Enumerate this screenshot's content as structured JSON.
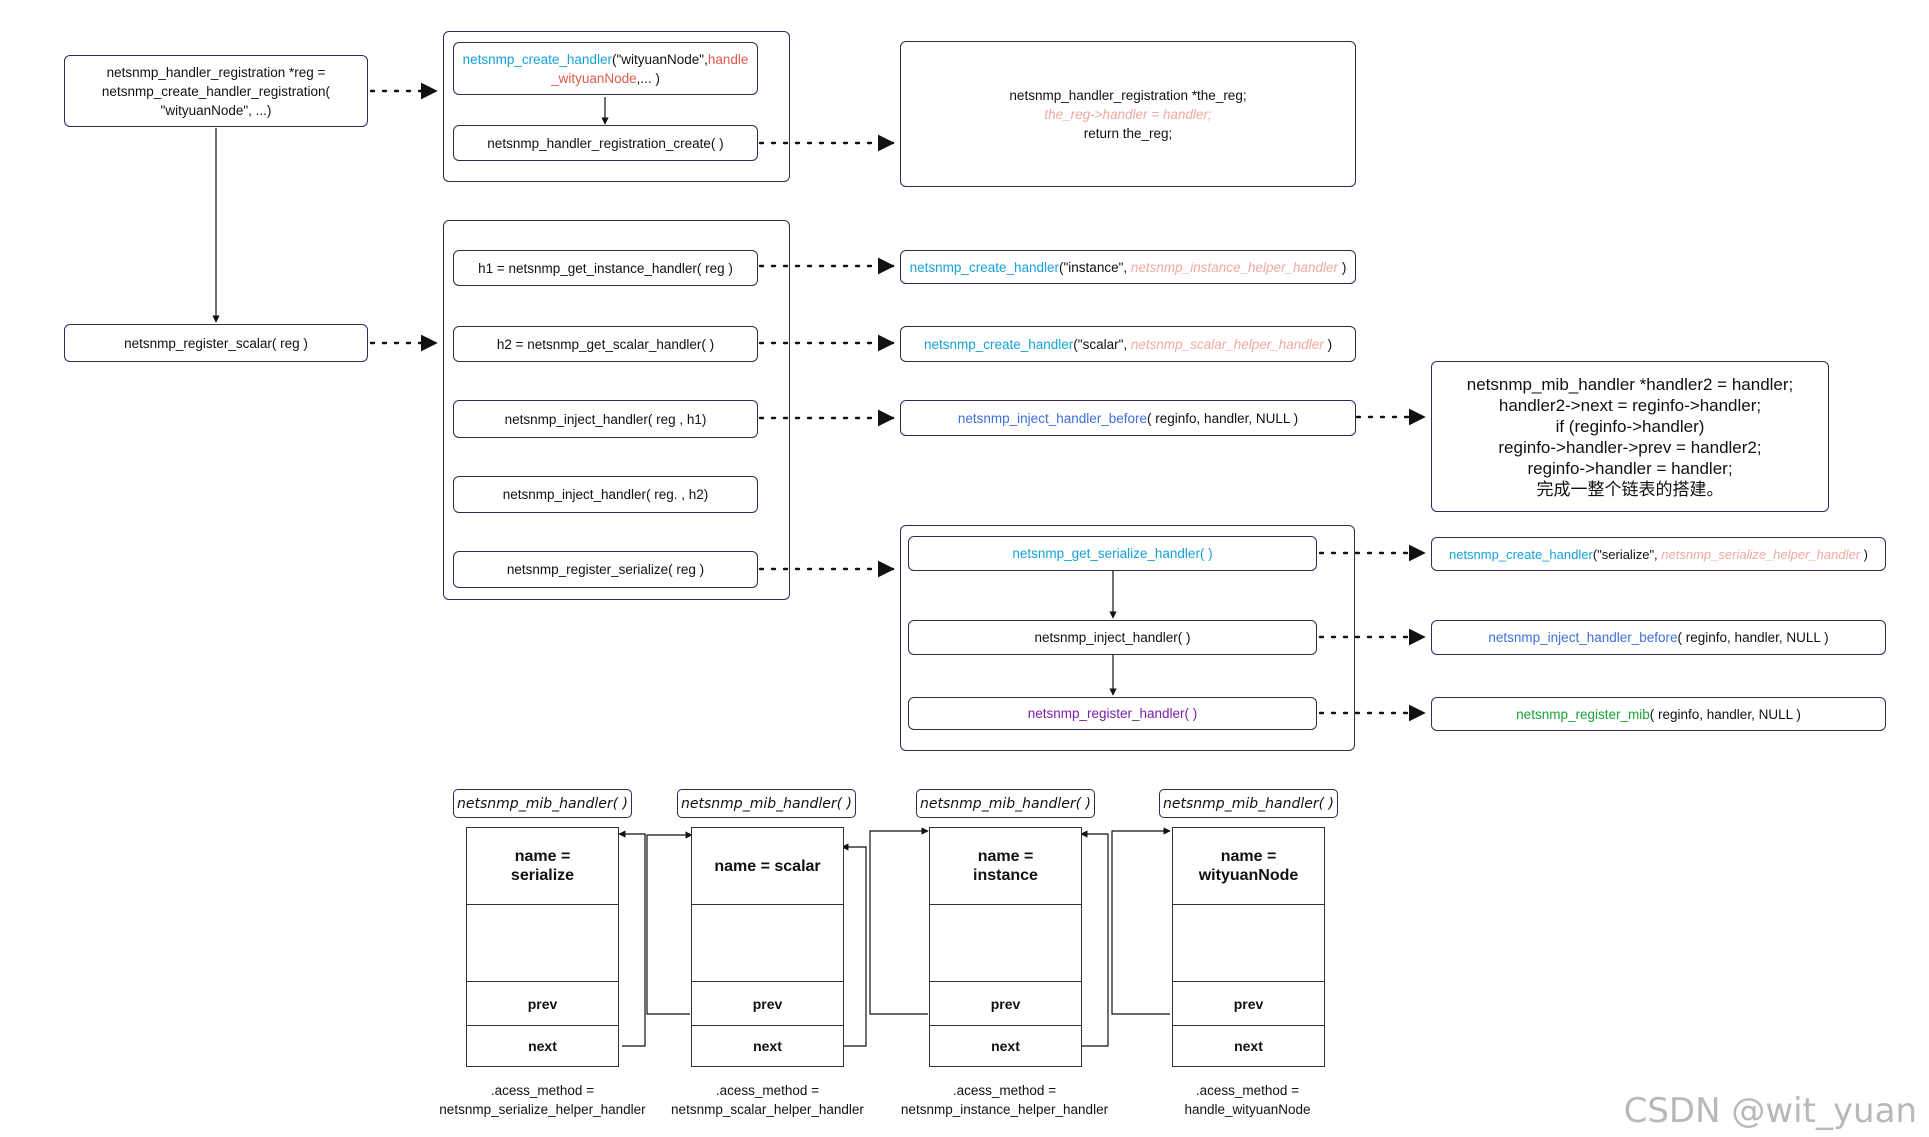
{
  "reg_box": {
    "line1": "netsnmp_handler_registration *reg =",
    "line2": "netsnmp_create_handler_registration(",
    "line3": "\"wityuanNode\", ...)"
  },
  "create_group": {
    "create_handler_fn": "netsnmp_create_handler",
    "create_handler_args1": "(\"wityuanNode\",",
    "create_handler_arg_red1": "handle",
    "create_handler_arg_red2": "_wityuanNode",
    "create_handler_args2": ",... )",
    "registration_create": "netsnmp_handler_registration_create( )"
  },
  "the_reg_box": {
    "line1": "netsnmp_handler_registration *the_reg;",
    "line2": "the_reg->handler = handler;",
    "line3": "return the_reg;"
  },
  "register_scalar": "netsnmp_register_scalar( reg )",
  "steps": {
    "h1": "h1 = netsnmp_get_instance_handler( reg )",
    "h2": "h2 = netsnmp_get_scalar_handler( )",
    "inject1": "netsnmp_inject_handler( reg , h1)",
    "inject2": "netsnmp_inject_handler( reg. , h2)",
    "serialize": "netsnmp_register_serialize( reg )"
  },
  "instance_box": {
    "fn": "netsnmp_create_handler",
    "args": "(\"instance\",",
    "ghost": "netsnmp_instance_helper_handler",
    "close": ")"
  },
  "scalar_box": {
    "fn": "netsnmp_create_handler",
    "args": "(\"scalar\",",
    "ghost": "netsnmp_scalar_helper_handler",
    "close": ")"
  },
  "inject_before_box": {
    "fn": "netsnmp_inject_handler_before",
    "args": "( reginfo, handler, NULL )"
  },
  "code_box": {
    "line1": "netsnmp_mib_handler *handler2 = handler;",
    "line2": "handler2->next = reginfo->handler;",
    "line3": "if (reginfo->handler)",
    "line4": "reginfo->handler->prev = handler2;",
    "line5": "reginfo->handler = handler;",
    "line6": "完成一整个链表的搭建。"
  },
  "serialize_group": {
    "get_serialize": "netsnmp_get_serialize_handler(  )",
    "inject": "netsnmp_inject_handler(  )",
    "register_handler": "netsnmp_register_handler(  )"
  },
  "right_boxes": {
    "serialize_fn": "netsnmp_create_handler",
    "serialize_args": "(\"serialize\",",
    "serialize_ghost": "netsnmp_serialize_helper_handler",
    "serialize_close": ")",
    "inject_fn": "netsnmp_inject_handler_before",
    "inject_args": "( reginfo, handler, NULL )",
    "mib_fn": "netsnmp_register_mib",
    "mib_args": "( reginfo, handler, NULL )"
  },
  "nodes": [
    {
      "tag": "netsnmp_mib_handler( )",
      "name1": "name =",
      "name2": "serialize",
      "prev": "prev",
      "next": "next",
      "access1": ".acess_method =",
      "access2": "netsnmp_serialize_helper_handler"
    },
    {
      "tag": "netsnmp_mib_handler( )",
      "name1": "name = scalar",
      "name2": "",
      "prev": "prev",
      "next": "next",
      "access1": ".acess_method =",
      "access2": "netsnmp_scalar_helper_handler"
    },
    {
      "tag": "netsnmp_mib_handler( )",
      "name1": "name =",
      "name2": "instance",
      "prev": "prev",
      "next": "next",
      "access1": ".acess_method =",
      "access2": "netsnmp_instance_helper_handler"
    },
    {
      "tag": "netsnmp_mib_handler( )",
      "name1": "name =",
      "name2": "wityuanNode",
      "prev": "prev",
      "next": "next",
      "access1": ".acess_method =",
      "access2": "handle_wityuanNode"
    }
  ],
  "watermark": "CSDN @wit_yuan",
  "colors": {
    "border": "#2d2b5a",
    "cyan": "#16a1d6",
    "blue": "#3e6fd8",
    "purple": "#7a1fa8",
    "green": "#1aa035",
    "red": "#e05a4a",
    "ghost": "#f0a9a0"
  }
}
